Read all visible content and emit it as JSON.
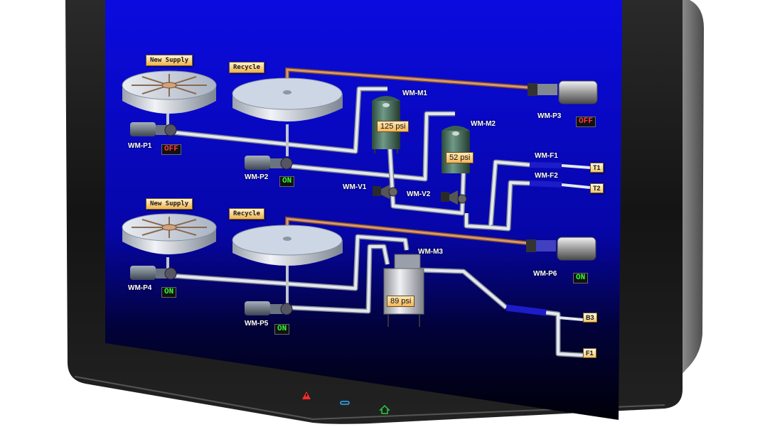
{
  "colors": {
    "screen_bg_top": "#0a0ad8",
    "screen_bg_bottom": "#000018",
    "status_on": "#33ff33",
    "status_off": "#ff3a3a",
    "copper_pipe": "#c8825a",
    "white_pipe": "#d8dde6",
    "blue_pipe": "#2828ff"
  },
  "line1": {
    "supply_label": "New Supply",
    "recycle_label": "Recycle",
    "pumps": {
      "p1": {
        "name": "WM-P1",
        "status": "OFF"
      },
      "p2": {
        "name": "WM-P2",
        "status": "ON"
      },
      "p3": {
        "name": "WM-P3",
        "status": "OFF"
      }
    },
    "tanks": {
      "m1": {
        "name": "WM-M1",
        "pressure": "125 psi"
      },
      "m2": {
        "name": "WM-M2",
        "pressure": "52 psi"
      }
    },
    "valves": {
      "v1": "WM-V1",
      "v2": "WM-V2"
    },
    "filters": {
      "f1": "WM-F1",
      "f2": "WM-F2"
    },
    "endpoints": {
      "t1": "T1",
      "t2": "T2"
    }
  },
  "line2": {
    "supply_label": "New Supply",
    "recycle_label": "Recycle",
    "pumps": {
      "p4": {
        "name": "WM-P4",
        "status": "ON"
      },
      "p5": {
        "name": "WM-P5",
        "status": "ON"
      },
      "p6": {
        "name": "WM-P6",
        "status": "ON"
      }
    },
    "tank": {
      "name": "WM-M3",
      "pressure": "89 psi"
    },
    "endpoints": {
      "b3": "B3",
      "f1": "F1"
    }
  },
  "bezel_icons": [
    "warning-icon",
    "minus-icon",
    "home-icon"
  ]
}
